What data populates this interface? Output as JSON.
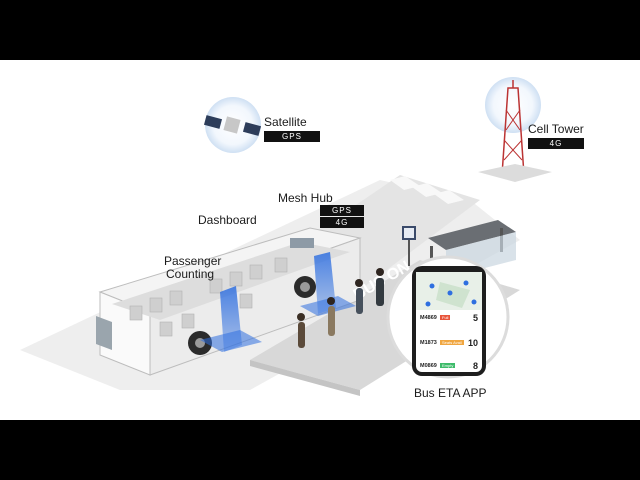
{
  "labels": {
    "satellite": "Satellite",
    "satellite_tag": "GPS",
    "cell_tower": "Cell Tower",
    "cell_tower_tag": "4G",
    "mesh_hub": "Mesh Hub",
    "mesh_hub_tag_1": "GPS",
    "mesh_hub_tag_2": "4G",
    "dashboard": "Dashboard",
    "passenger_counting_1": "Passenger",
    "passenger_counting_2": "Counting",
    "bus_eta_app": "Bus ETA APP",
    "road_marking": "BUS ON"
  },
  "app": {
    "rows": [
      {
        "route": "M4869",
        "badge": "Full",
        "eta": "5",
        "color": "#e8553b"
      },
      {
        "route": "M1873",
        "badge": "Seats Avail",
        "eta": "10",
        "color": "#f0a640"
      },
      {
        "route": "M0869",
        "badge": "Empty",
        "eta": "8",
        "color": "#3dbb6a"
      }
    ]
  },
  "colors": {
    "sensor_blue": "#2f6fe0",
    "tag_bg": "#111111",
    "pavement": "#ececec"
  }
}
